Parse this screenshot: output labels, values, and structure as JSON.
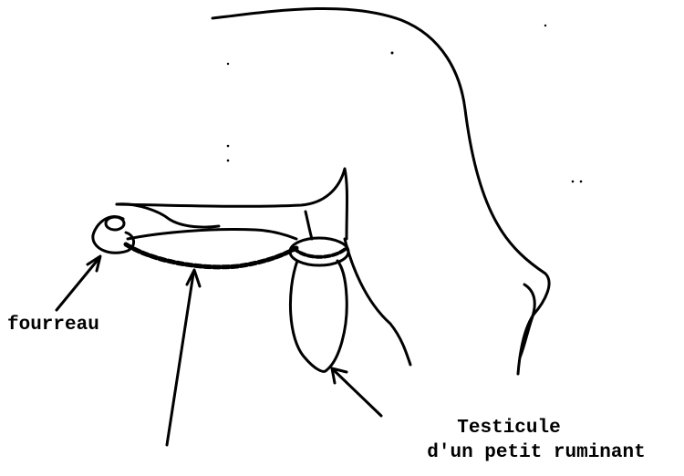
{
  "labels": {
    "fourreau": "fourreau",
    "testicule_line1": "Testicule",
    "testicule_line2": "d'un petit ruminant"
  },
  "colors": {
    "ink": "#000000",
    "paper": "#ffffff"
  }
}
